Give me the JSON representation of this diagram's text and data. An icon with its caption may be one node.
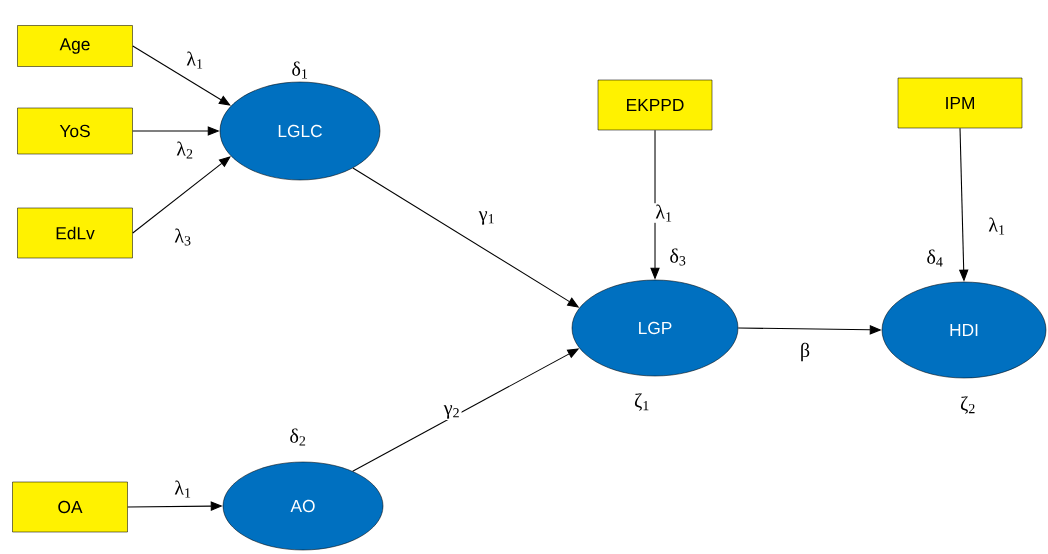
{
  "diagram": {
    "nodes": [
      {
        "text": [
          "Age"
        ]
      },
      {
        "text": [
          "YoS"
        ]
      },
      {
        "text": [
          "EdLv"
        ]
      },
      {
        "text": [
          "LGLC"
        ],
        "beside": [
          "δ$_{1}$"
        ]
      },
      {
        "text": [
          "OA"
        ]
      },
      {
        "text": [
          "AO"
        ],
        "beside": [
          "δ$_{2}$"
        ]
      },
      {
        "text": [
          "EKPPD"
        ]
      },
      {
        "text": [
          "LGP"
        ],
        "beside": [
          "δ$_{3}$",
          "ζ$_{1}$"
        ]
      },
      {
        "text": [
          "IPM"
        ]
      },
      {
        "text": [
          "HDI"
        ],
        "beside": [
          "δ$_{4}$",
          "ζ$_{2}$"
        ]
      }
    ],
    "edges": [
      {
        "from": 0,
        "to": 3,
        "arrow": "to",
        "label": "λ$_{1}$"
      },
      {
        "from": 1,
        "to": 3,
        "arrow": "to",
        "label": "λ$_{2}$"
      },
      {
        "from": 2,
        "to": 3,
        "arrow": "to",
        "label": "λ$_{3}$"
      },
      {
        "from": 3,
        "to": 7,
        "arrow": "to",
        "label": "γ$_{1}$"
      },
      {
        "from": 4,
        "to": 5,
        "arrow": "to",
        "label": "λ$_{1}$"
      },
      {
        "from": 5,
        "to": 7,
        "arrow": "to",
        "label": "γ$_{2}$"
      },
      {
        "from": 6,
        "to": 7,
        "arrow": "to",
        "label": "λ$_{1}$"
      },
      {
        "from": 7,
        "to": 9,
        "arrow": "to",
        "label": "β"
      },
      {
        "from": 8,
        "to": 9,
        "arrow": "to",
        "label": "λ$_{1}$"
      }
    ]
  }
}
